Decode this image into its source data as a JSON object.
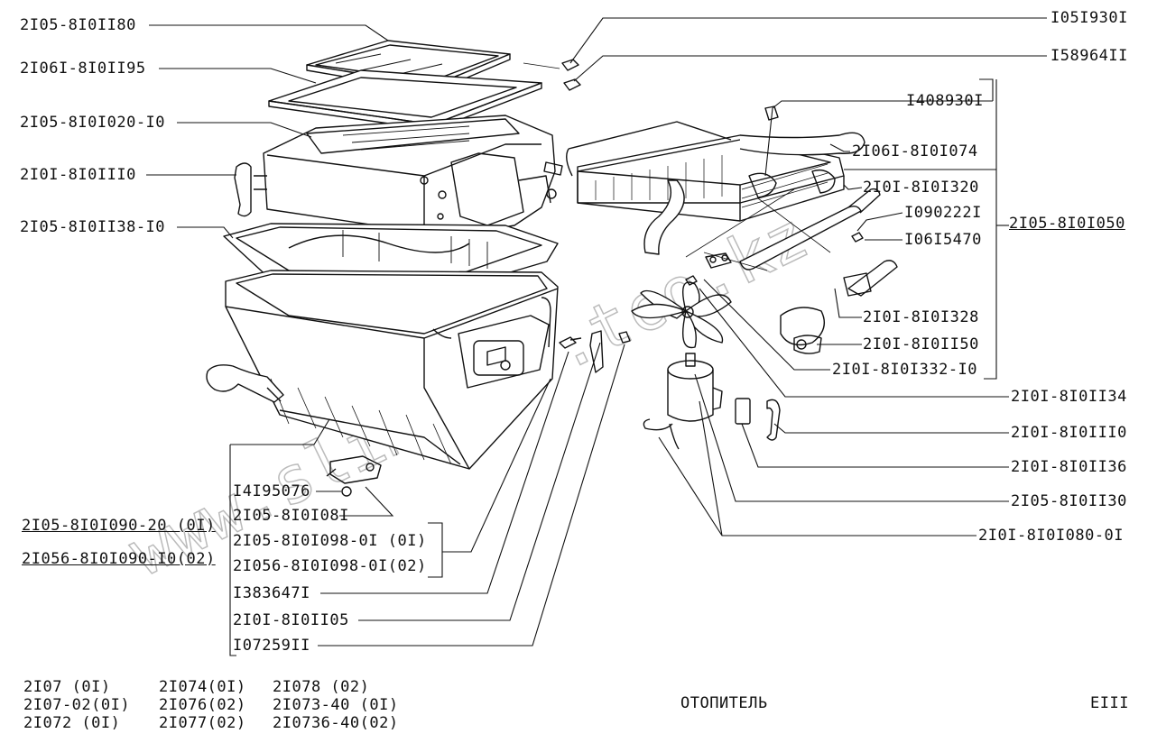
{
  "labels": {
    "l01": "2I05-8I0II80",
    "l02": "2I06I-8I0II95",
    "l03": "2I05-8I0I020-I0",
    "l04": "2I0I-8I0III0",
    "l05": "2I05-8I0II38-I0",
    "l06": "I05I930I",
    "l07": "I58964II",
    "l08": "I408930I",
    "l09": "2I06I-8I0I074",
    "l10": "2I0I-8I0I320",
    "l11": "I090222I",
    "l12": "2I05-8I0I050",
    "l13": "I06I5470",
    "l14": "2I0I-8I0I328",
    "l15": "2I0I-8I0II50",
    "l16": "2I0I-8I0I332-I0",
    "l17": "2I0I-8I0II34",
    "l18": "2I0I-8I0III0",
    "l19": "2I0I-8I0II36",
    "l20": "2I05-8I0II30",
    "l21": "2I0I-8I0I080-0I",
    "l22": "I4I95076",
    "l23": "2I05-8I0I08I",
    "l24": "2I05-8I0I098-0I (0I)",
    "l25": "2I056-8I0I098-0I(02)",
    "l26": "I383647I",
    "l27": "2I0I-8I0II05",
    "l28": "I07259II",
    "l29": "2I05-8I0I090-20 (0I)",
    "l30": "2I056-8I0I090-I0(02)"
  },
  "footer": {
    "col1": [
      "2I07    (0I)",
      "2I07-02(0I)",
      "2I072   (0I)"
    ],
    "col2": [
      "2I074(0I)",
      "2I076(02)",
      "2I077(02)"
    ],
    "col3": [
      "2I078     (02)",
      "2I073-40  (0I)",
      "2I0736-40(02)"
    ],
    "title": "ОТОПИТЕЛЬ",
    "page": "EIII"
  },
  "watermark": "www.slimiror.tco.kz"
}
